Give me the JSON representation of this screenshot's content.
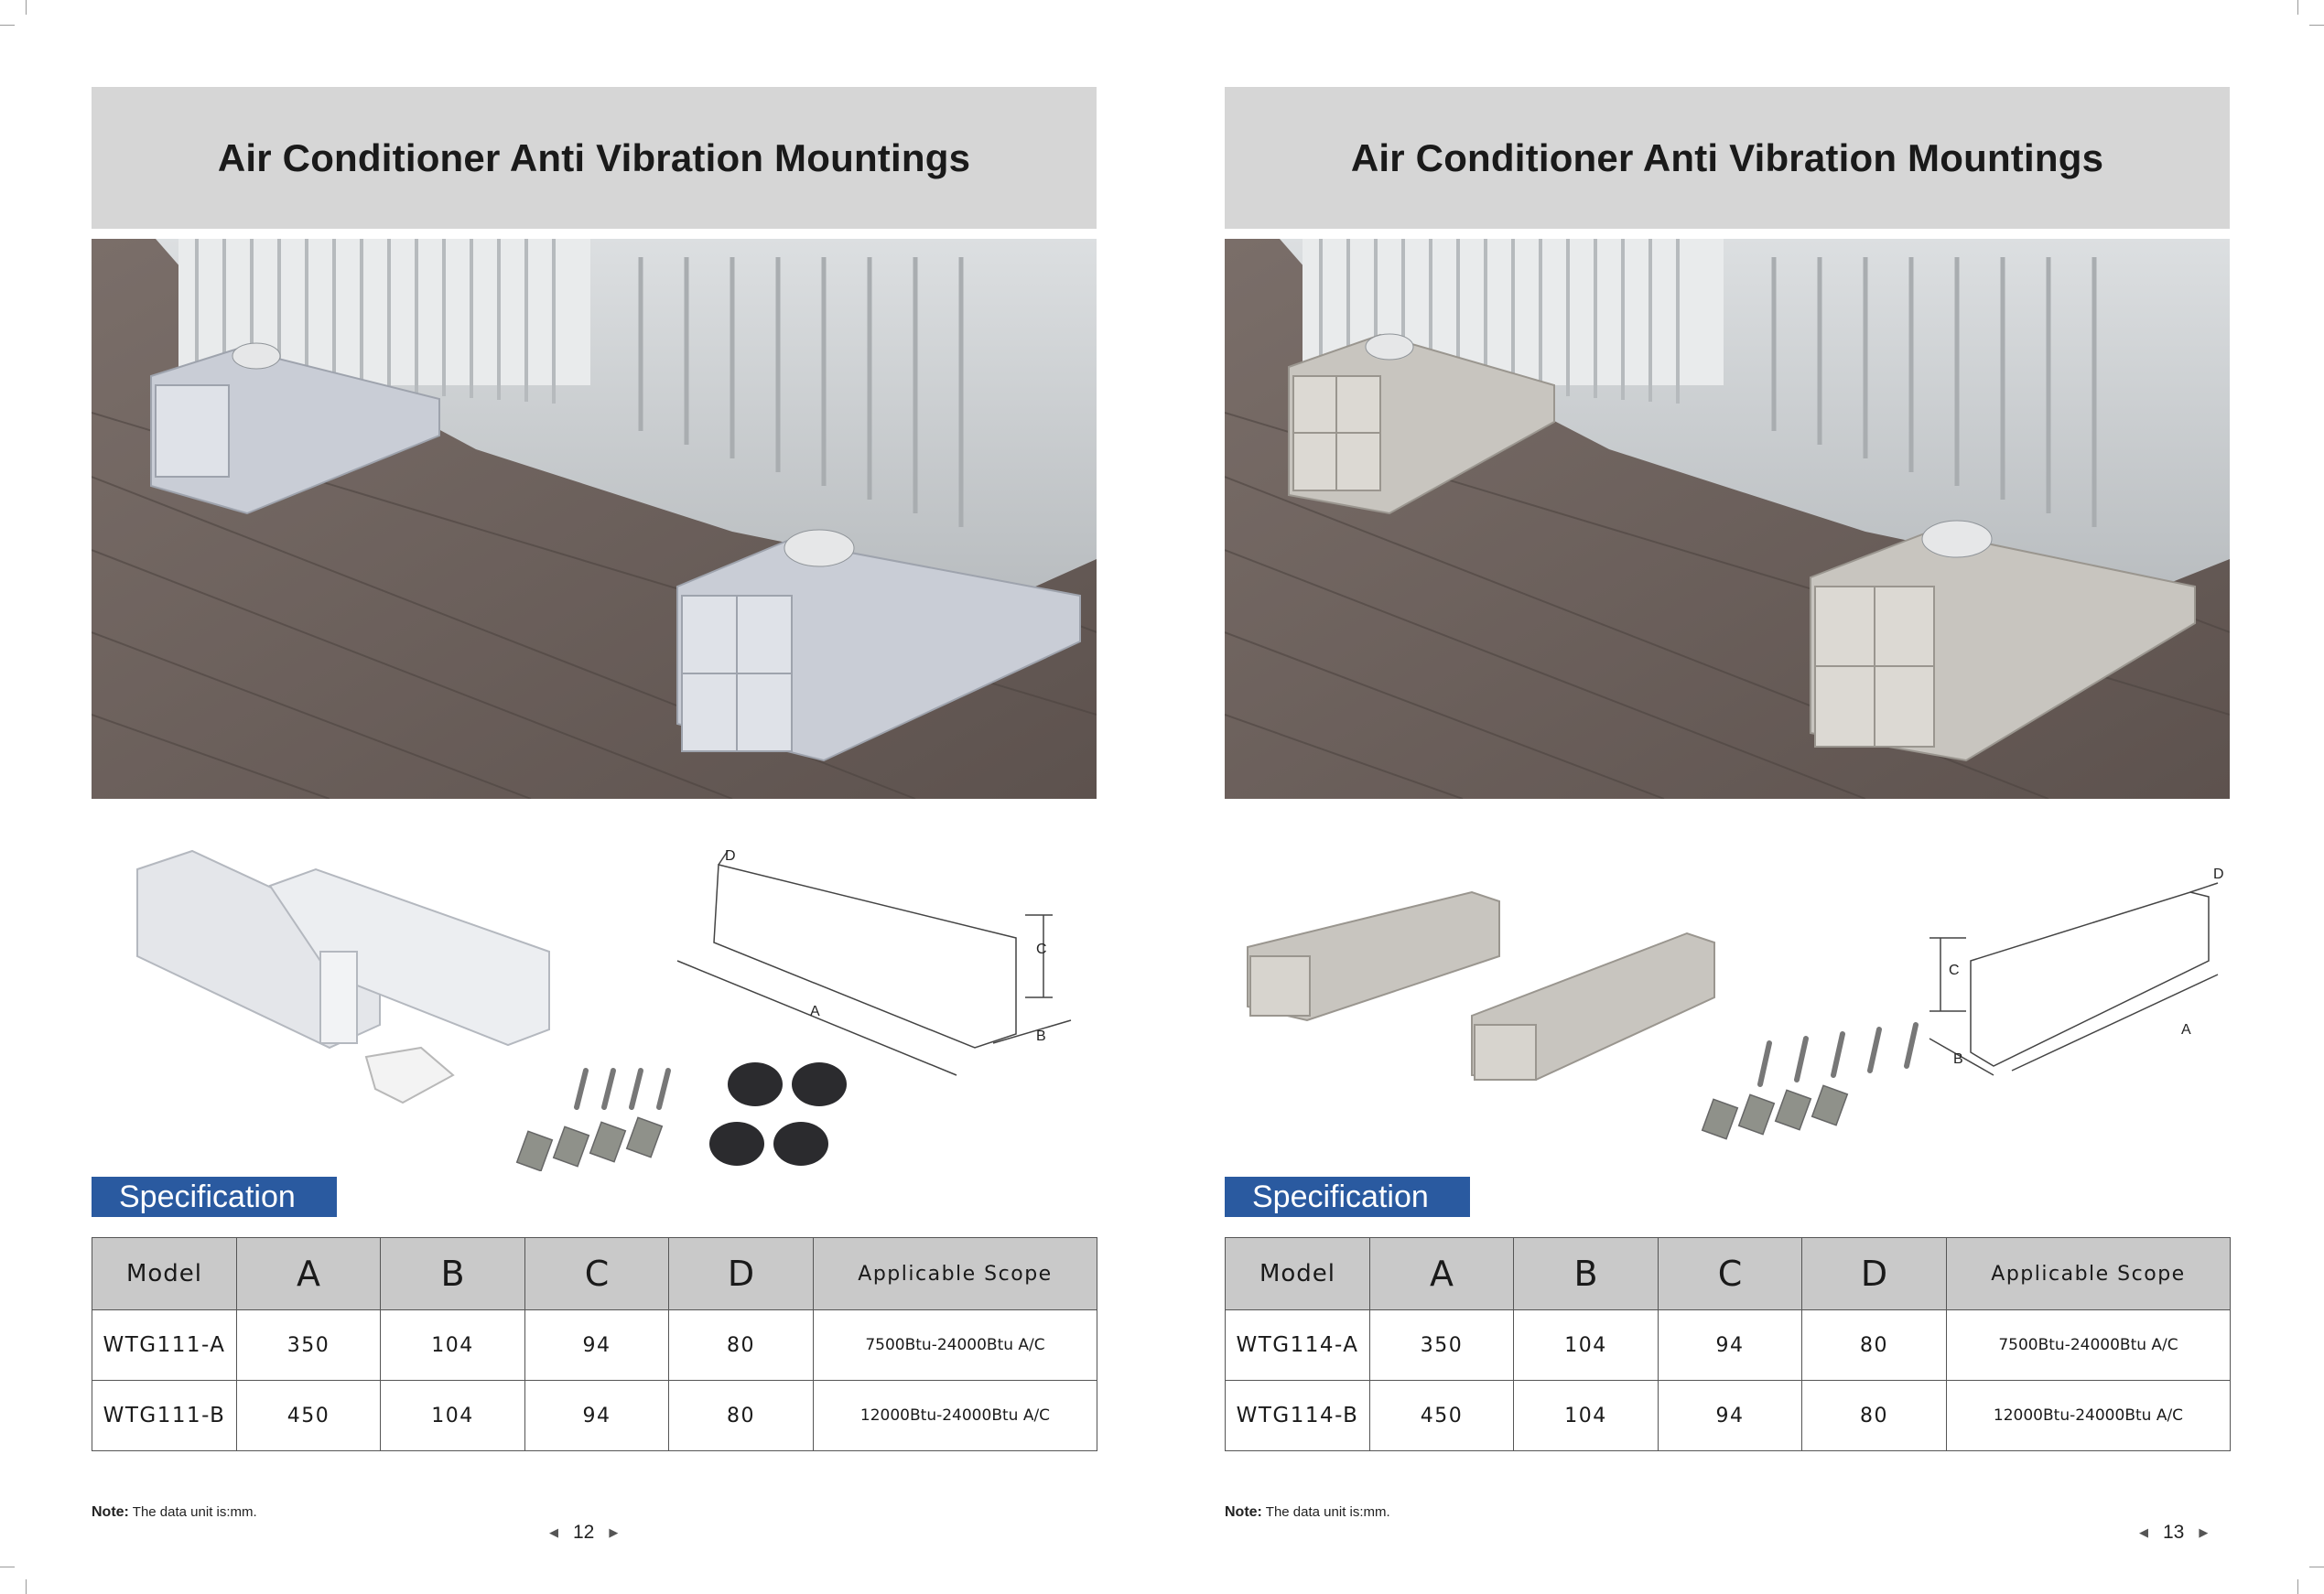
{
  "pages": [
    {
      "title": "Air Conditioner Anti Vibration Mountings",
      "spec_label": "Specification",
      "table": {
        "headers": [
          "Model",
          "A",
          "B",
          "C",
          "D",
          "Applicable Scope"
        ],
        "rows": [
          [
            "WTG111-A",
            "350",
            "104",
            "94",
            "80",
            "7500Btu-24000Btu A/C"
          ],
          [
            "WTG111-B",
            "450",
            "104",
            "94",
            "80",
            "12000Btu-24000Btu A/C"
          ]
        ]
      },
      "note_label": "Note:",
      "note_text": "The data unit is:mm.",
      "page_number": "12",
      "diagram_labels": {
        "a": "A",
        "b": "B",
        "c": "C",
        "d": "D"
      },
      "mount_color": "#c9cdd6",
      "pad_color": "#2b2b2e"
    },
    {
      "title": "Air Conditioner Anti Vibration Mountings",
      "spec_label": "Specification",
      "table": {
        "headers": [
          "Model",
          "A",
          "B",
          "C",
          "D",
          "Applicable Scope"
        ],
        "rows": [
          [
            "WTG114-A",
            "350",
            "104",
            "94",
            "80",
            "7500Btu-24000Btu A/C"
          ],
          [
            "WTG114-B",
            "450",
            "104",
            "94",
            "80",
            "12000Btu-24000Btu A/C"
          ]
        ]
      },
      "note_label": "Note:",
      "note_text": "The data unit is:mm.",
      "page_number": "13",
      "diagram_labels": {
        "a": "A",
        "b": "B",
        "c": "C",
        "d": "D"
      },
      "mount_color": "#c8c5bf"
    }
  ],
  "colors": {
    "title_bar": "#d6d6d6",
    "spec_badge": "#2a5aa0",
    "table_header": "#c9c9c9",
    "floor": "#6f6460",
    "ac_unit": "#cfd2d4"
  },
  "icons": {
    "prev": "triangle-left-icon",
    "next": "triangle-right-icon"
  }
}
